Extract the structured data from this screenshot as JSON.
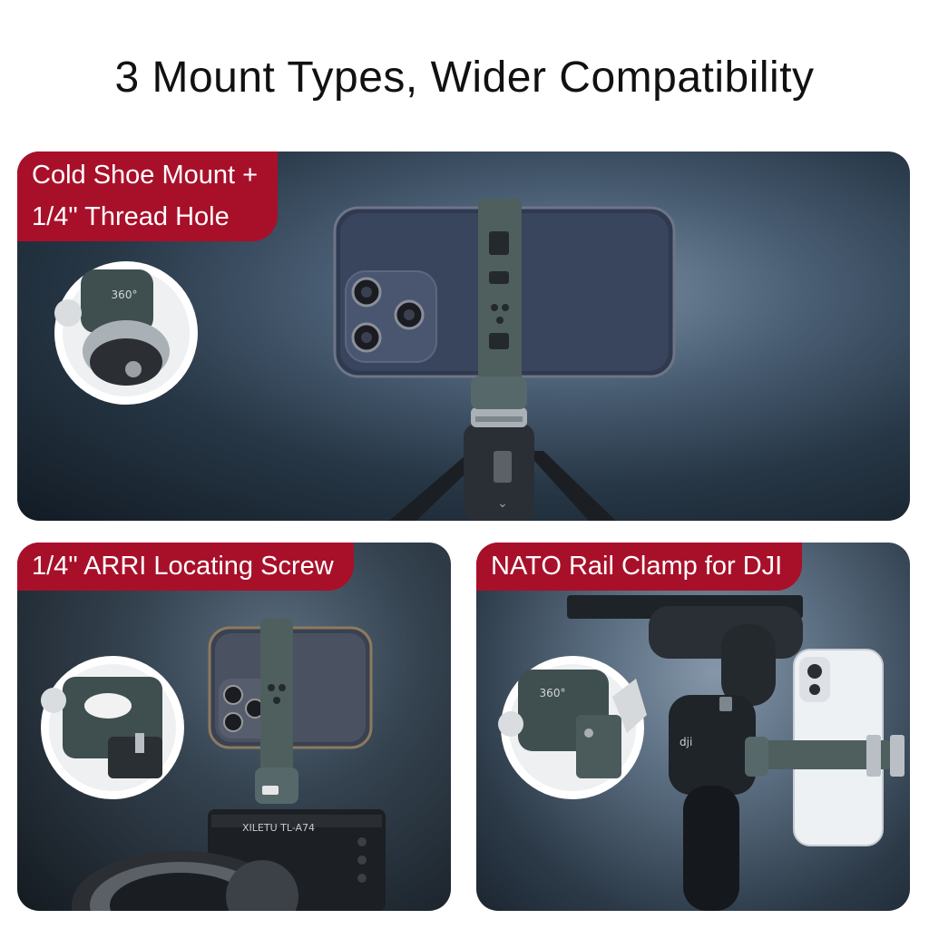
{
  "page": {
    "title": "3 Mount Types, Wider Compatibility"
  },
  "panels": {
    "top": {
      "label_line1": "Cold Shoe Mount +",
      "label_line2": "1/4\" Thread Hole",
      "inset_mark": "360°"
    },
    "bottom_left": {
      "label": "1/4\" ARRI Locating Screw",
      "camera_brand": "XILETU TL-A74"
    },
    "bottom_right": {
      "label": "NATO Rail Clamp for DJI",
      "inset_mark": "360°",
      "gimbal_logo": "dji"
    }
  },
  "colors": {
    "tag_red": "#a8102a",
    "mount_green": "#4e5f5e",
    "title_text": "#111111"
  }
}
